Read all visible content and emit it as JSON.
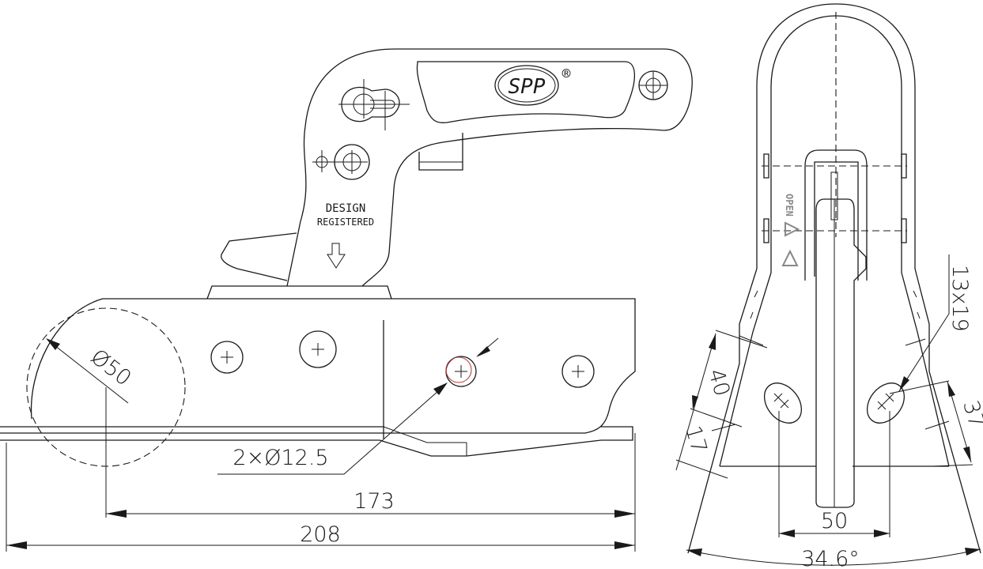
{
  "side_view": {
    "logo": "SPP",
    "registered_mark": "®",
    "design_line1": "DESIGN",
    "design_line2": "REGISTERED",
    "ball_diameter": "Ø50",
    "hole_spec": "2×Ø12.5",
    "dim_ball_to_end": "173",
    "dim_overall": "208"
  },
  "front_view": {
    "open_label": "OPEN",
    "dim_40": "40",
    "dim_17": "17",
    "dim_37": "37",
    "slot_size": "13x19",
    "dim_hole_spacing": "50",
    "angle": "34.6°"
  },
  "colors": {
    "line": "#1a1a1a",
    "label_grey": "#888888",
    "background": "#ffffff"
  }
}
